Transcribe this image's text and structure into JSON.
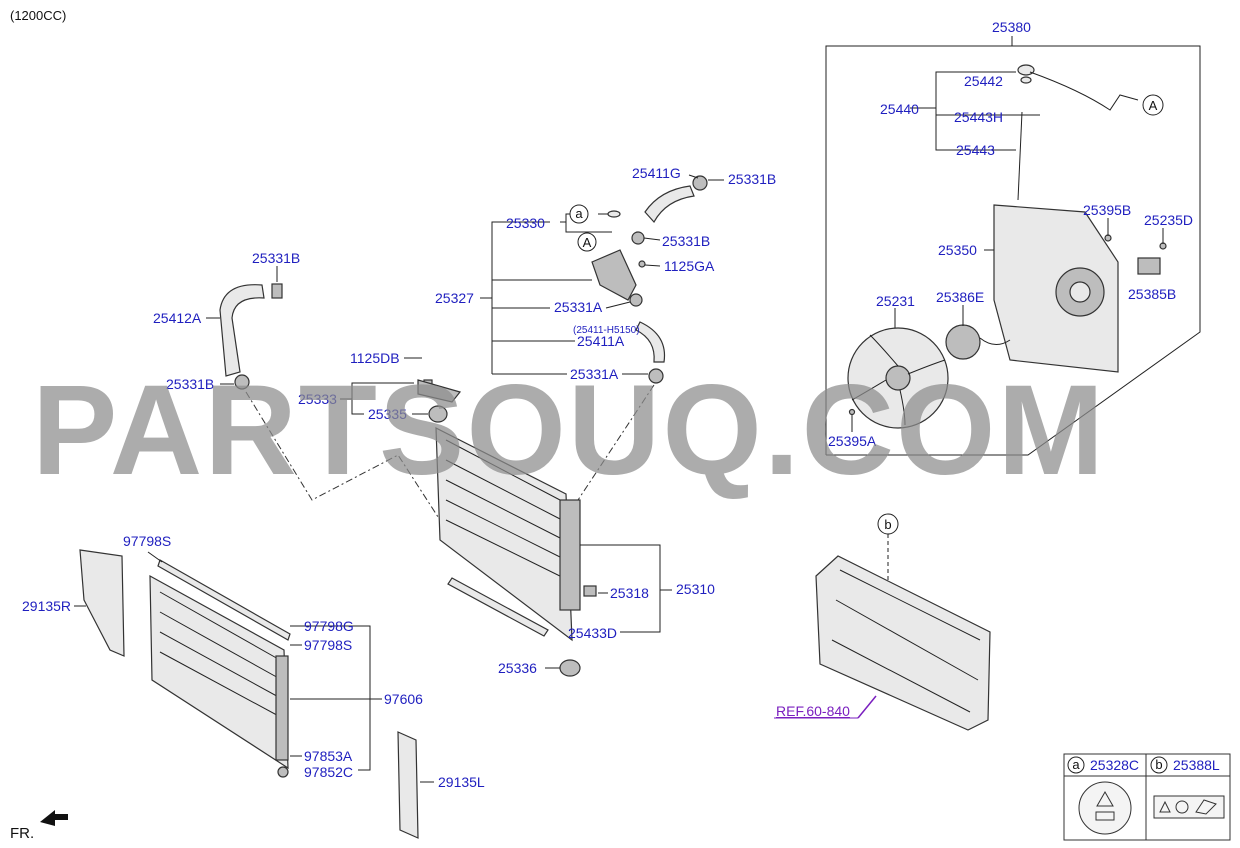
{
  "header": {
    "engine": "(1200CC)"
  },
  "watermark": "PARTSOUQ.COM",
  "direction_label": "FR.",
  "reference_label": "REF.60-840",
  "labels": {
    "p25380": "25380",
    "p25442": "25442",
    "p25440": "25440",
    "p25443H": "25443H",
    "p25443": "25443",
    "p25395B": "25395B",
    "p25235D": "25235D",
    "p25350": "25350",
    "p25385B": "25385B",
    "p25231": "25231",
    "p25386E": "25386E",
    "p25395A": "25395A",
    "p25411G": "25411G",
    "p25331B_top": "25331B",
    "p25330": "25330",
    "p25331B_mid": "25331B",
    "p1125GA": "1125GA",
    "p25327": "25327",
    "p25331A_1": "25331A",
    "p25411H5150": "(25411-H5150)",
    "p25411A": "25411A",
    "p25331A_2": "25331A",
    "p25331B_left": "25331B",
    "p25412A": "25412A",
    "p25331B_low": "25331B",
    "p1125DB": "1125DB",
    "p25333": "25333",
    "p25335": "25335",
    "p25318": "25318",
    "p25310": "25310",
    "p25433D": "25433D",
    "p25336": "25336",
    "p97798S_top": "97798S",
    "p29135R": "29135R",
    "p97798G": "97798G",
    "p97798S": "97798S",
    "p97606": "97606",
    "p97853A": "97853A",
    "p97852C": "97852C",
    "p29135L": "29135L"
  },
  "markers": {
    "a": "a",
    "A": "A",
    "b": "b"
  },
  "legend": [
    {
      "marker": "a",
      "part": "25328C"
    },
    {
      "marker": "b",
      "part": "25388L"
    }
  ],
  "colors": {
    "part_label": "#1f1fbf",
    "reference": "#7a1fbf",
    "watermark": "#8c8c8c",
    "line": "#222222"
  }
}
